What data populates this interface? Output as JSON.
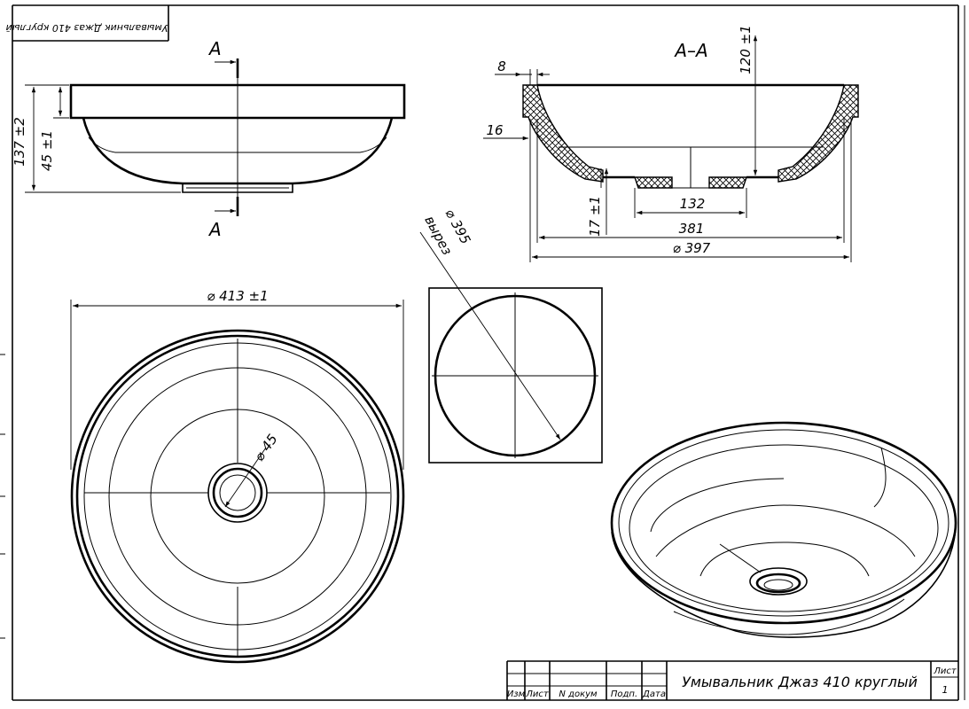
{
  "stamp_top": "Умывальник Джаз 410 круглый",
  "section_marker": "А",
  "section_title": "А–А",
  "side_view": {
    "dim_total_height": "137 ±2",
    "dim_rim_height": "45 ±1"
  },
  "section_view": {
    "dim_rim_thickness": "8",
    "dim_lip": "16",
    "dim_depth": "120 ±1",
    "dim_base_height": "17 ±1",
    "dim_drain_base": "132",
    "dim_inner": "381",
    "dim_outer": "⌀ 397"
  },
  "top_view": {
    "dim_diameter": "⌀ 413 ±1",
    "dim_drain": "⌀ 45"
  },
  "cutout_view": {
    "dim_cutout_line1": "⌀ 395",
    "dim_cutout_line2": "вырез"
  },
  "title_block": {
    "col_izm": "Изм",
    "col_list": "Лист",
    "col_doc": "N докум",
    "col_sign": "Подп.",
    "col_date": "Дата",
    "title": "Умывальник Джаз 410 круглый",
    "sheet_label": "Лист",
    "sheet_number": "1"
  }
}
